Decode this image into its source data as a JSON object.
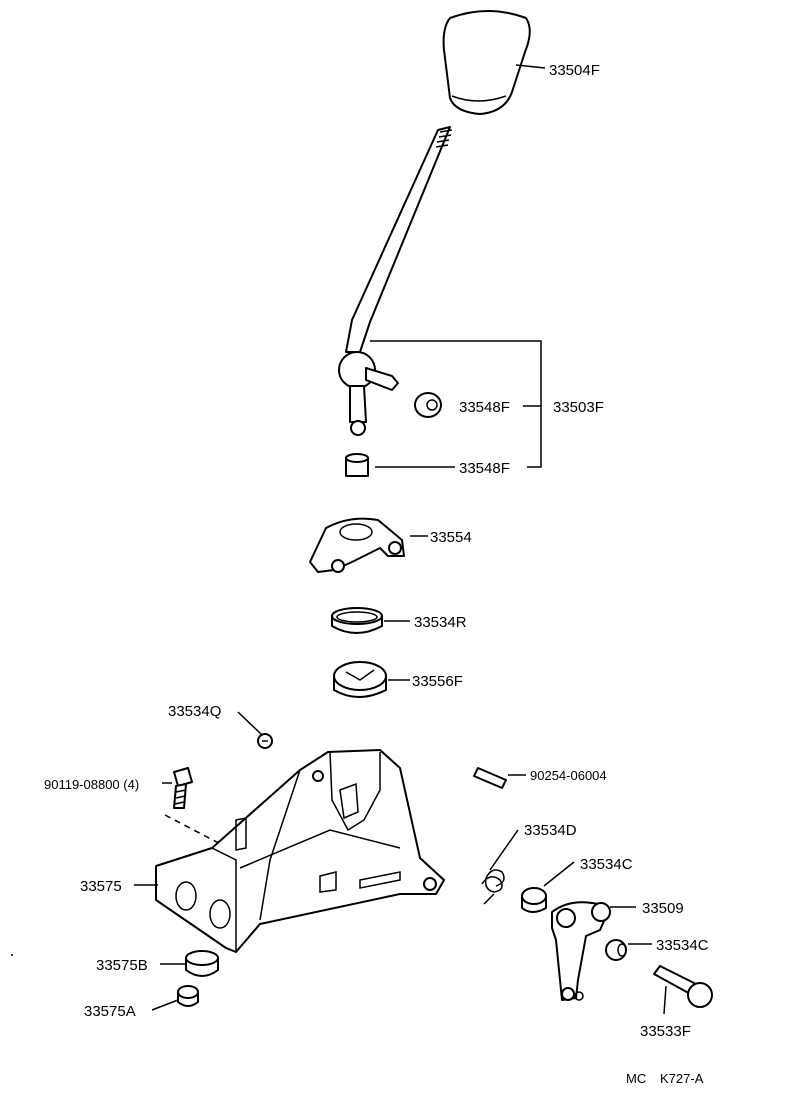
{
  "labels": {
    "knob": "33504F",
    "bushing_1": "33548F",
    "lever_assy": "33503F",
    "bushing_2": "33548F",
    "retainer": "33554",
    "ring": "33534R",
    "seat": "33556F",
    "clip": "33534Q",
    "bolt": "90119-08800 (4)",
    "pin": "90254-06004",
    "spring": "33534D",
    "bushing_3": "33534C",
    "lever_sub": "33509",
    "bushing_4": "33534C",
    "housing": "33575",
    "bushing_5": "33575B",
    "bushing_6": "33575A",
    "shaft": "33533F"
  },
  "footer": {
    "mc": "MC",
    "ref": "K727-A"
  }
}
